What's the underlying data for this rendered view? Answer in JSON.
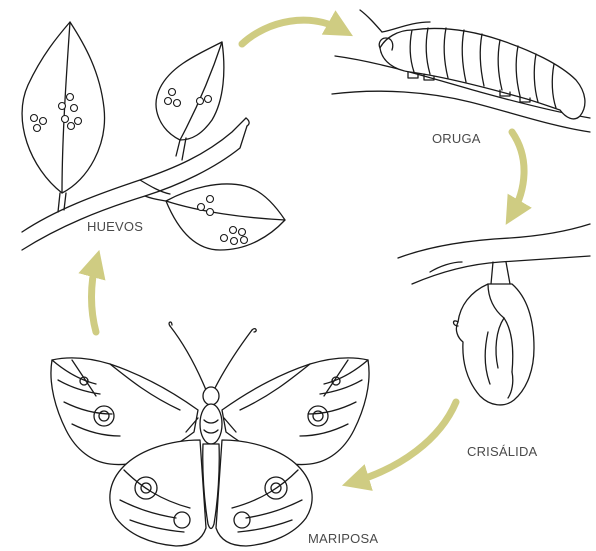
{
  "stages": {
    "huevos": "HUEVOS",
    "oruga": "ORUGA",
    "crisalida": "CRISÁLIDA",
    "mariposa": "MARIPOSA"
  },
  "colors": {
    "arrow": "#cfcc82",
    "line": "#1a1a1a",
    "label": "#4a4a4a"
  }
}
